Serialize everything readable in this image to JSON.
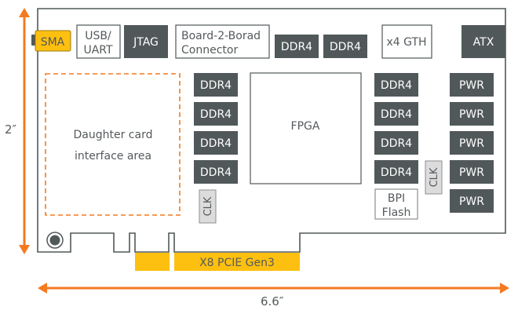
{
  "diagram": {
    "title": "FPGA PCIe board layout",
    "colors": {
      "board_outline": "#515859",
      "dark_block": "#515859",
      "accent_orange": "#f47a20",
      "gold": "#fdc010",
      "clk_fill": "#dcdcdc",
      "text_dark": "#555a5c",
      "text_light": "#ffffff"
    },
    "dimensions": {
      "height_label": "2″",
      "width_label": "6.6″"
    },
    "top_row": {
      "sma": "SMA",
      "usb_uart": [
        "USB/",
        "UART"
      ],
      "jtag": "JTAG",
      "b2b_connector": [
        "Board-2-Borad",
        "Connector"
      ],
      "ddr4_top_1": "DDR4",
      "ddr4_top_2": "DDR4",
      "gth": "x4 GTH",
      "atx": "ATX"
    },
    "daughter_card": [
      "Daughter card",
      "interface area"
    ],
    "left_ddr4": [
      "DDR4",
      "DDR4",
      "DDR4",
      "DDR4"
    ],
    "left_clk": "CLK",
    "fpga": "FPGA",
    "right_ddr4": [
      "DDR4",
      "DDR4",
      "DDR4",
      "DDR4"
    ],
    "bpi_flash": [
      "BPI",
      "Flash"
    ],
    "right_clk": "CLK",
    "pwr": [
      "PWR",
      "PWR",
      "PWR",
      "PWR",
      "PWR"
    ],
    "pcie": "X8 PCIE Gen3"
  }
}
